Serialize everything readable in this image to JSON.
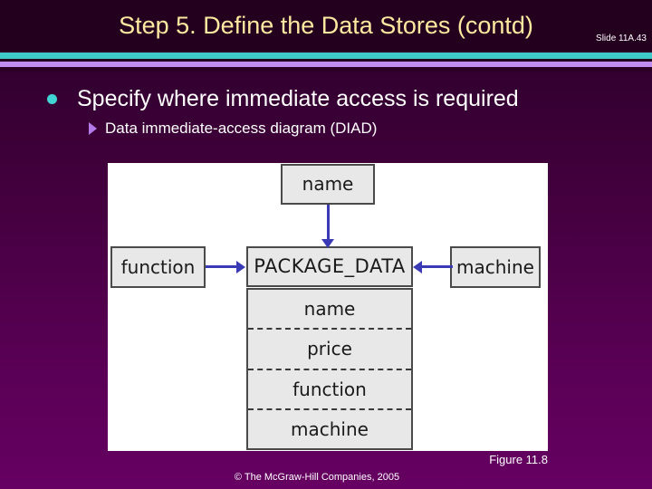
{
  "slide": {
    "title": "Step 5.  Define the Data Stores (contd)",
    "slide_number": "Slide 11A.43",
    "colors": {
      "title_text": "#ffe9a0",
      "body_text": "#ffffff",
      "bar_teal": "#3ec8c8",
      "bar_lavender": "#c08ef0",
      "bullet_marker": "#41d4d4",
      "sub_bullet_marker": "#b57aea",
      "background_top": "#2a0028",
      "background_bottom": "#660062",
      "diagram_box_fill": "#e8e8e8",
      "diagram_box_border": "#4a4a4a",
      "arrow": "#3a3ab4"
    }
  },
  "bullets": [
    {
      "marker": "circle-bullet",
      "text": "Specify where immediate access is required"
    },
    {
      "marker": "triangle-bullet",
      "text": "Data immediate-access diagram (DIAD)"
    }
  ],
  "figure": {
    "caption": "Figure 11.8",
    "copyright": "© The McGraw-Hill Companies, 2005",
    "boxes": {
      "top": "name",
      "left": "function",
      "right": "machine",
      "center_header": "PACKAGE_DATA"
    },
    "attributes": [
      "name",
      "price",
      "function",
      "machine"
    ],
    "arrows": [
      {
        "from": "name",
        "to": "PACKAGE_DATA",
        "direction": "down"
      },
      {
        "from": "function",
        "to": "PACKAGE_DATA",
        "direction": "right"
      },
      {
        "from": "machine",
        "to": "PACKAGE_DATA",
        "direction": "left"
      }
    ]
  }
}
